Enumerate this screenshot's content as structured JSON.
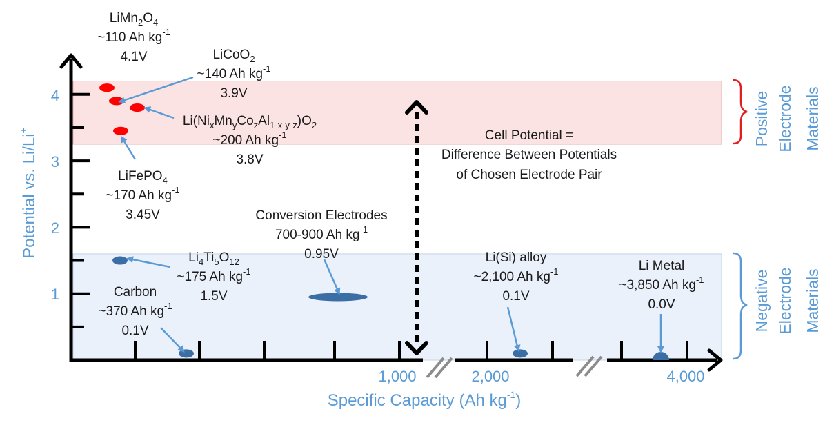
{
  "chart_data": {
    "type": "scatter",
    "title": "",
    "xlabel": "Specific Capacity (Ah kg",
    "xlabel_sup": "-1",
    "xlabel_end": ")",
    "ylabel": "Potential vs. Li/Li",
    "ylabel_sup": "+",
    "y_ticks": [
      "1",
      "2",
      "3",
      "4"
    ],
    "x_ticks": [
      "1,000",
      "2,000",
      "4,000"
    ],
    "ylim": [
      0,
      4.5
    ],
    "x_axis_breaks": true,
    "grid": false,
    "bands": [
      {
        "name": "positive",
        "y_range": [
          3.25,
          4.2
        ],
        "color": "#fbe3e3"
      },
      {
        "name": "negative",
        "y_range": [
          0,
          1.6
        ],
        "color": "#eaf1fa"
      }
    ],
    "side_labels": {
      "positive": [
        "Positive",
        "Electrode",
        "Materials"
      ],
      "negative": [
        "Negative",
        "Electrode",
        "Materials"
      ]
    },
    "annotation": [
      "Cell Potential =",
      "Difference Between Potentials",
      "of Chosen Electrode Pair"
    ],
    "materials": [
      {
        "id": "limn2o4",
        "formula": [
          [
            "LiMn",
            ""
          ],
          [
            "2",
            "sub"
          ],
          [
            "O",
            ""
          ],
          [
            "4",
            "sub"
          ]
        ],
        "capacity_text": "~110 Ah kg",
        "capacity_value": 110,
        "potential_text": "4.1V",
        "potential": 4.1,
        "color": "#ff0000"
      },
      {
        "id": "licoo2",
        "formula": [
          [
            "LiCoO",
            ""
          ],
          [
            "2",
            "sub"
          ]
        ],
        "capacity_text": "~140 Ah kg",
        "capacity_value": 140,
        "potential_text": "3.9V",
        "potential": 3.9,
        "color": "#ff0000"
      },
      {
        "id": "nmc",
        "formula": [
          [
            "Li(Ni",
            ""
          ],
          [
            "x",
            "sub"
          ],
          [
            "Mn",
            ""
          ],
          [
            "y",
            "sub"
          ],
          [
            "Co",
            ""
          ],
          [
            "z",
            "sub"
          ],
          [
            "Al",
            ""
          ],
          [
            "1-x-y-z",
            "sub"
          ],
          [
            ")O",
            ""
          ],
          [
            "2",
            "sub"
          ]
        ],
        "capacity_text": "~200 Ah kg",
        "capacity_value": 200,
        "potential_text": "3.8V",
        "potential": 3.8,
        "color": "#ff0000"
      },
      {
        "id": "lifepo4",
        "formula": [
          [
            "LiFePO",
            ""
          ],
          [
            "4",
            "sub"
          ]
        ],
        "capacity_text": "~170 Ah kg",
        "capacity_value": 170,
        "potential_text": "3.45V",
        "potential": 3.45,
        "color": "#ff0000"
      },
      {
        "id": "conversion",
        "formula": [
          [
            "Conversion Electrodes",
            ""
          ]
        ],
        "capacity_text": "700-900 Ah kg",
        "capacity_value": 800,
        "potential_text": "0.95V",
        "potential": 0.95,
        "color": "#3a6ea5"
      },
      {
        "id": "li4ti5o12",
        "formula": [
          [
            "Li",
            ""
          ],
          [
            "4",
            "sub"
          ],
          [
            "Ti",
            ""
          ],
          [
            "5",
            "sub"
          ],
          [
            "O",
            ""
          ],
          [
            "12",
            "sub"
          ]
        ],
        "capacity_text": "~175 Ah kg",
        "capacity_value": 175,
        "potential_text": "1.5V",
        "potential": 1.5,
        "color": "#3a6ea5"
      },
      {
        "id": "carbon",
        "formula": [
          [
            "Carbon",
            ""
          ]
        ],
        "capacity_text": "~370 Ah kg",
        "capacity_value": 370,
        "potential_text": "0.1V",
        "potential": 0.1,
        "color": "#3a6ea5"
      },
      {
        "id": "lisi",
        "formula": [
          [
            "Li(Si) alloy",
            ""
          ]
        ],
        "capacity_text": "~2,100 Ah kg",
        "capacity_value": 2100,
        "potential_text": "0.1V",
        "potential": 0.1,
        "color": "#3a6ea5"
      },
      {
        "id": "limetal",
        "formula": [
          [
            "Li Metal",
            ""
          ]
        ],
        "capacity_text": "~3,850 Ah kg",
        "capacity_value": 3850,
        "potential_text": "0.0V",
        "potential": 0.0,
        "color": "#3a6ea5"
      }
    ],
    "unit_sup": "-1"
  }
}
